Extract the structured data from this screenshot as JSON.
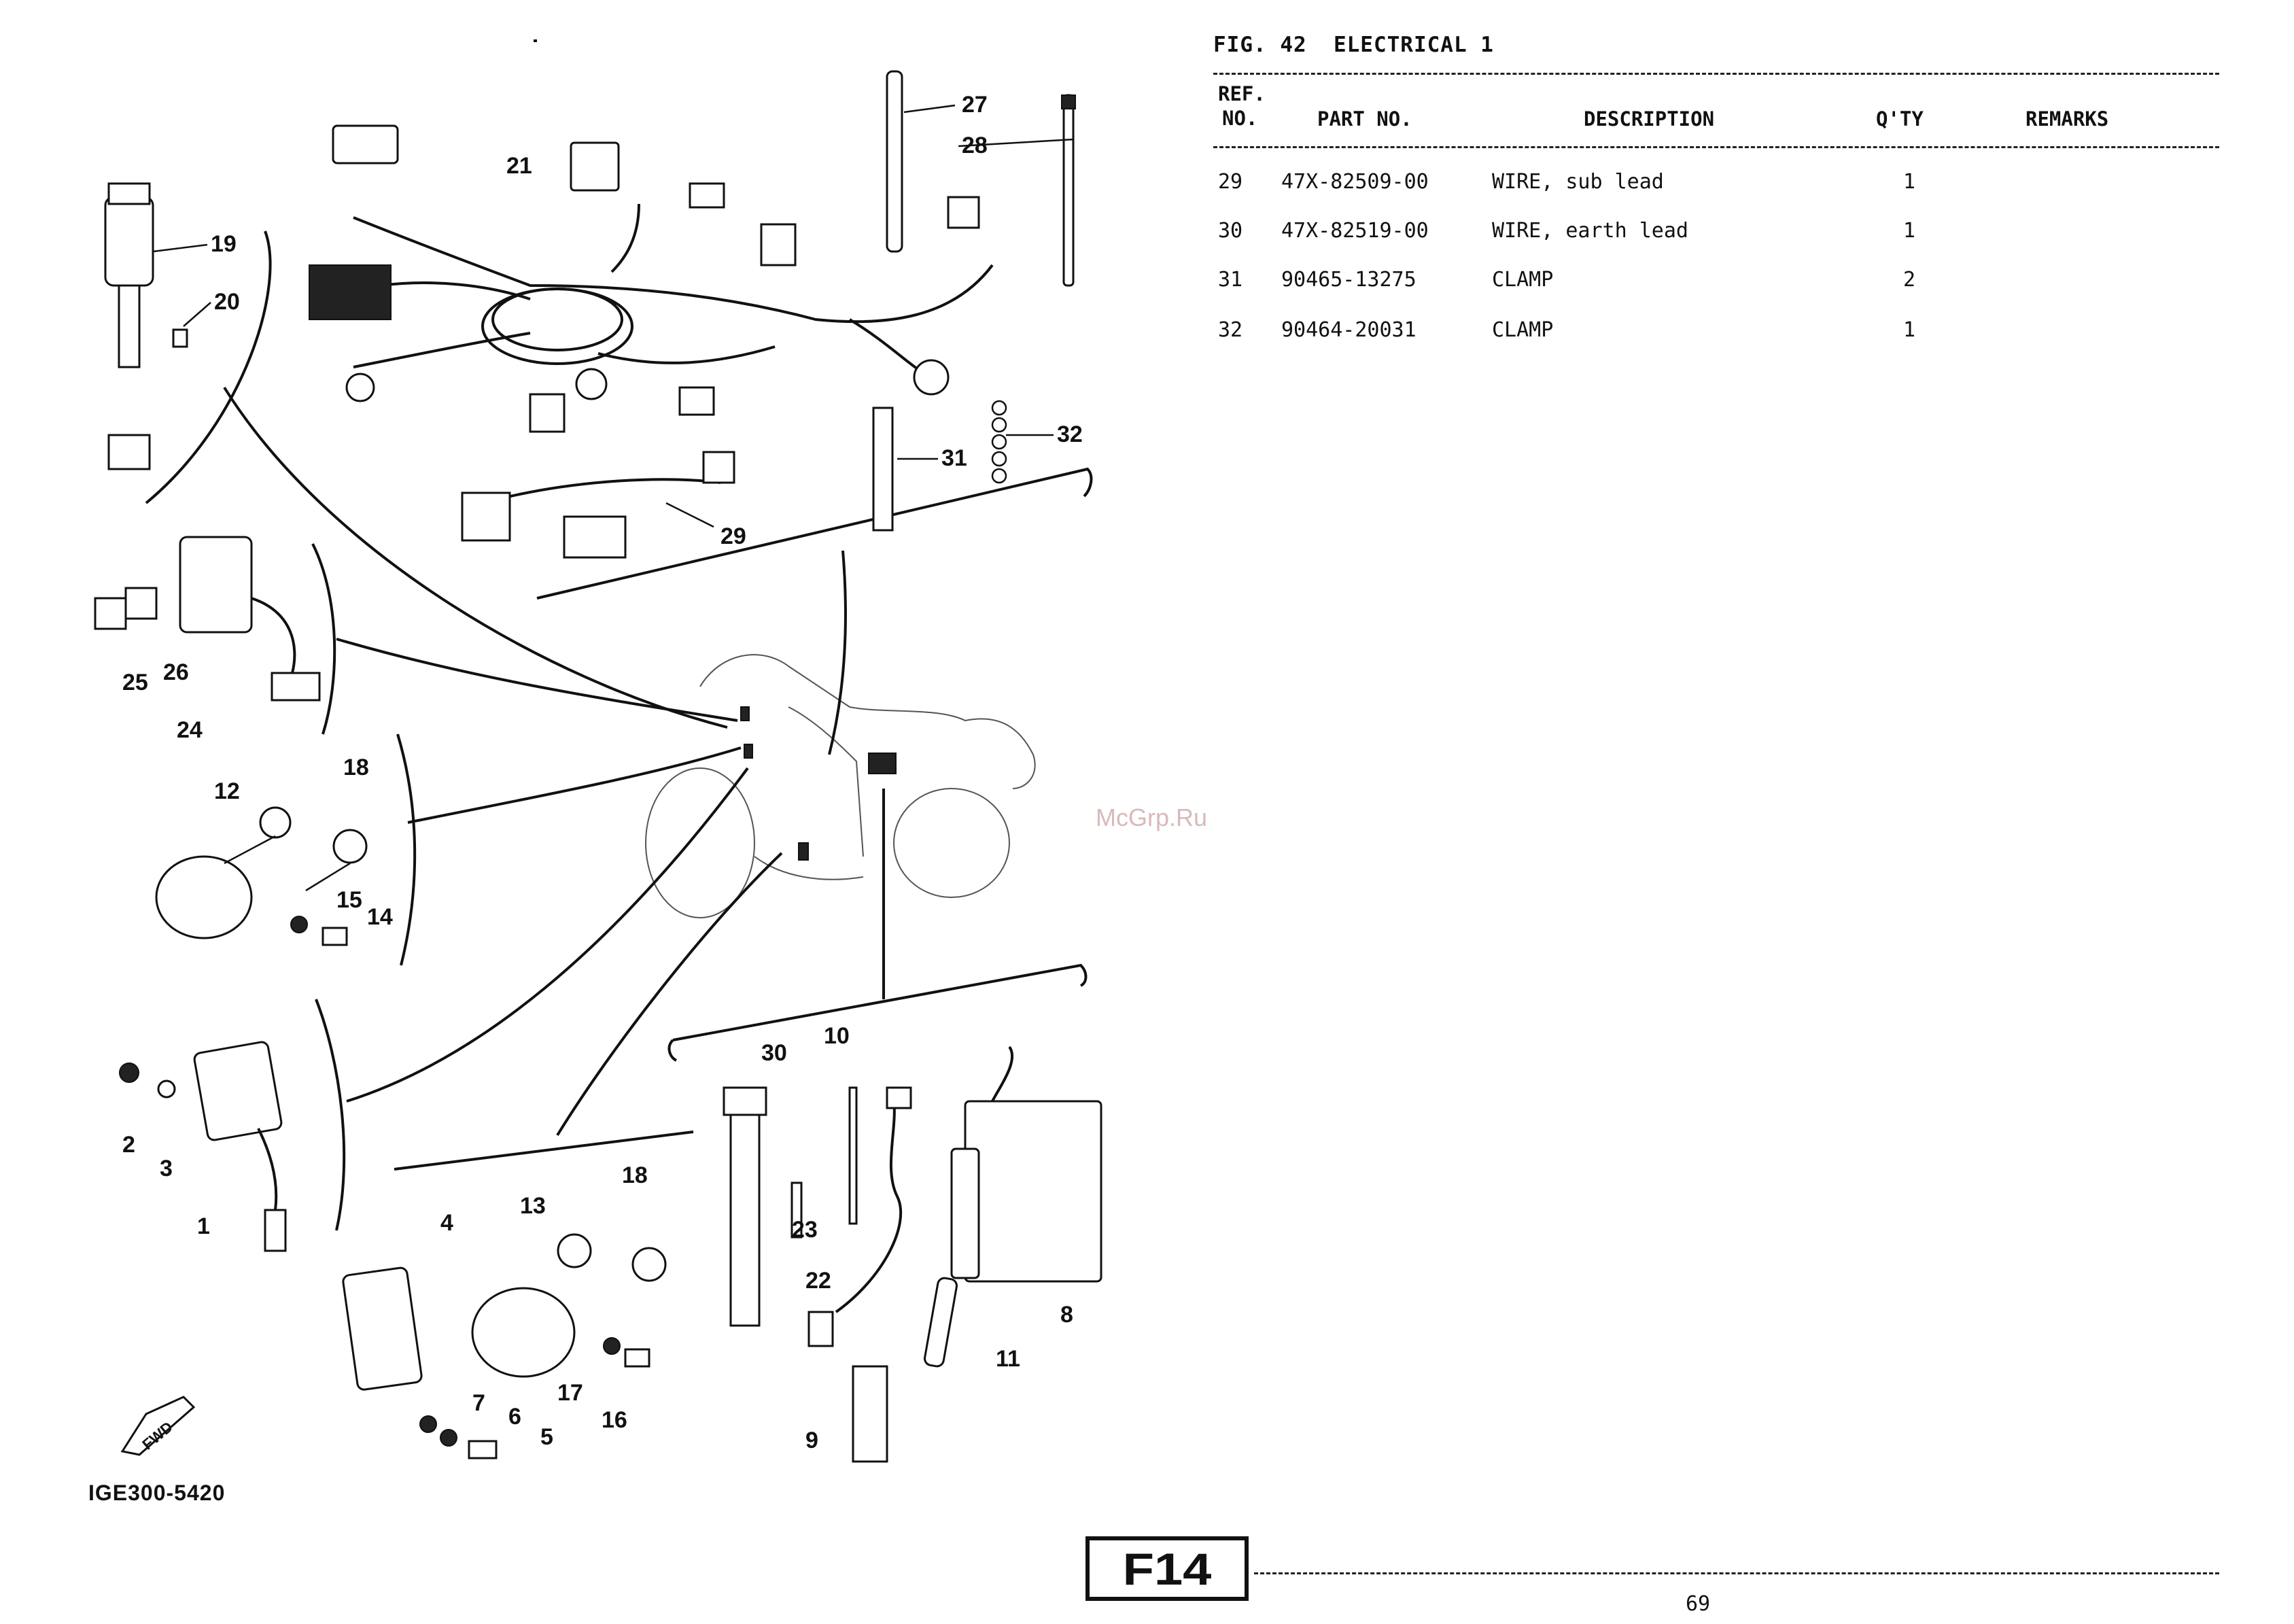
{
  "figure": {
    "label": "FIG. 42",
    "title": "ELECTRICAL 1"
  },
  "table": {
    "headers": {
      "ref_line1": "REF.",
      "ref_line2": "NO.",
      "part_no": "PART NO.",
      "description": "DESCRIPTION",
      "qty": "Q'TY",
      "remarks": "REMARKS"
    },
    "rows": [
      {
        "ref": "29",
        "part_no": "47X-82509-00",
        "description": "WIRE, sub lead",
        "qty": "1",
        "remarks": ""
      },
      {
        "ref": "30",
        "part_no": "47X-82519-00",
        "description": "WIRE, earth lead",
        "qty": "1",
        "remarks": ""
      },
      {
        "ref": "31",
        "part_no": "90465-13275",
        "description": "CLAMP",
        "qty": "2",
        "remarks": ""
      },
      {
        "ref": "32",
        "part_no": "90464-20031",
        "description": "CLAMP",
        "qty": "1",
        "remarks": ""
      }
    ]
  },
  "diagram": {
    "callouts": [
      "19",
      "20",
      "21",
      "27",
      "28",
      "31",
      "32",
      "29",
      "25",
      "26",
      "24",
      "12",
      "18",
      "15",
      "14",
      "2",
      "3",
      "1",
      "13",
      "18",
      "4",
      "7",
      "6",
      "5",
      "17",
      "16",
      "30",
      "10",
      "23",
      "22",
      "8",
      "11",
      "9"
    ],
    "fwd_label": "FWD",
    "code": "IGE300-5420"
  },
  "watermark": "McGrp.Ru",
  "page_tag": "F14",
  "page_number": "69"
}
